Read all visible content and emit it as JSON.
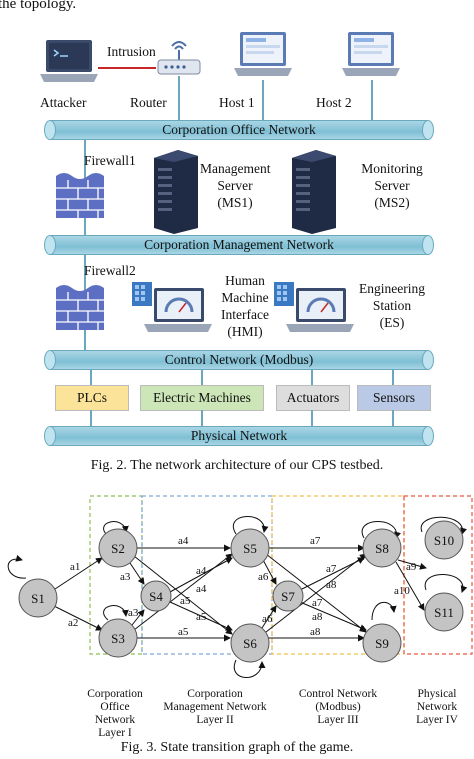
{
  "top_fragment": "the topology.",
  "fig2": {
    "labels": {
      "intrusion": "Intrusion",
      "attacker": "Attacker",
      "router": "Router",
      "host1": "Host 1",
      "host2": "Host 2",
      "firewall1": "Firewall1",
      "ms_line1": "Management",
      "ms_line2": "Server",
      "ms_line3": "(MS1)",
      "mon_line1": "Monitoring",
      "mon_line2": "Server",
      "mon_line3": "(MS2)",
      "firewall2": "Firewall2",
      "hmi_line1": "Human",
      "hmi_line2": "Machine",
      "hmi_line3": "Interface",
      "hmi_line4": "(HMI)",
      "es_line1": "Engineering",
      "es_line2": "Station",
      "es_line3": "(ES)"
    },
    "buses": {
      "office": "Corporation Office Network",
      "management": "Corporation Management Network",
      "control": "Control Network (Modbus)",
      "physical": "Physical Network"
    },
    "devices": {
      "plcs": "PLCs",
      "machines": "Electric Machines",
      "actuators": "Actuators",
      "sensors": "Sensors"
    },
    "colors": {
      "plcs": "#fbe49a",
      "machines": "#cde6b8",
      "actuators": "#dddddd",
      "sensors": "#b9c9e6"
    },
    "caption": "Fig. 2.   The network architecture of our CPS testbed."
  },
  "fig3": {
    "states": {
      "S1": "S1",
      "S2": "S2",
      "S3": "S3",
      "S4": "S4",
      "S5": "S5",
      "S6": "S6",
      "S7": "S7",
      "S8": "S8",
      "S9": "S9",
      "S10": "S10",
      "S11": "S11"
    },
    "actions": {
      "a1": "a1",
      "a2": "a2",
      "a3": "a3",
      "a4": "a4",
      "a5": "a5",
      "a6": "a6",
      "a7": "a7",
      "a8": "a8",
      "a9": "a9",
      "a10": "a10"
    },
    "layers": {
      "l1_line1": "Corporation",
      "l1_line2": "Office Network",
      "l1_line3": "Layer I",
      "l2_line1": "Corporation",
      "l2_line2": "Management Network",
      "l2_line3": "Layer II",
      "l3_line1": "Control Network",
      "l3_line2": "(Modbus)",
      "l3_line3": "Layer III",
      "l4_line1": "Physical",
      "l4_line2": "Network",
      "l4_line3": "Layer IV"
    },
    "layer_colors": {
      "l1": "#8cc152",
      "l2": "#7fa7d9",
      "l3": "#f2c14e",
      "l4": "#e9573f"
    },
    "caption": "Fig. 3.   State transition graph of the game."
  }
}
